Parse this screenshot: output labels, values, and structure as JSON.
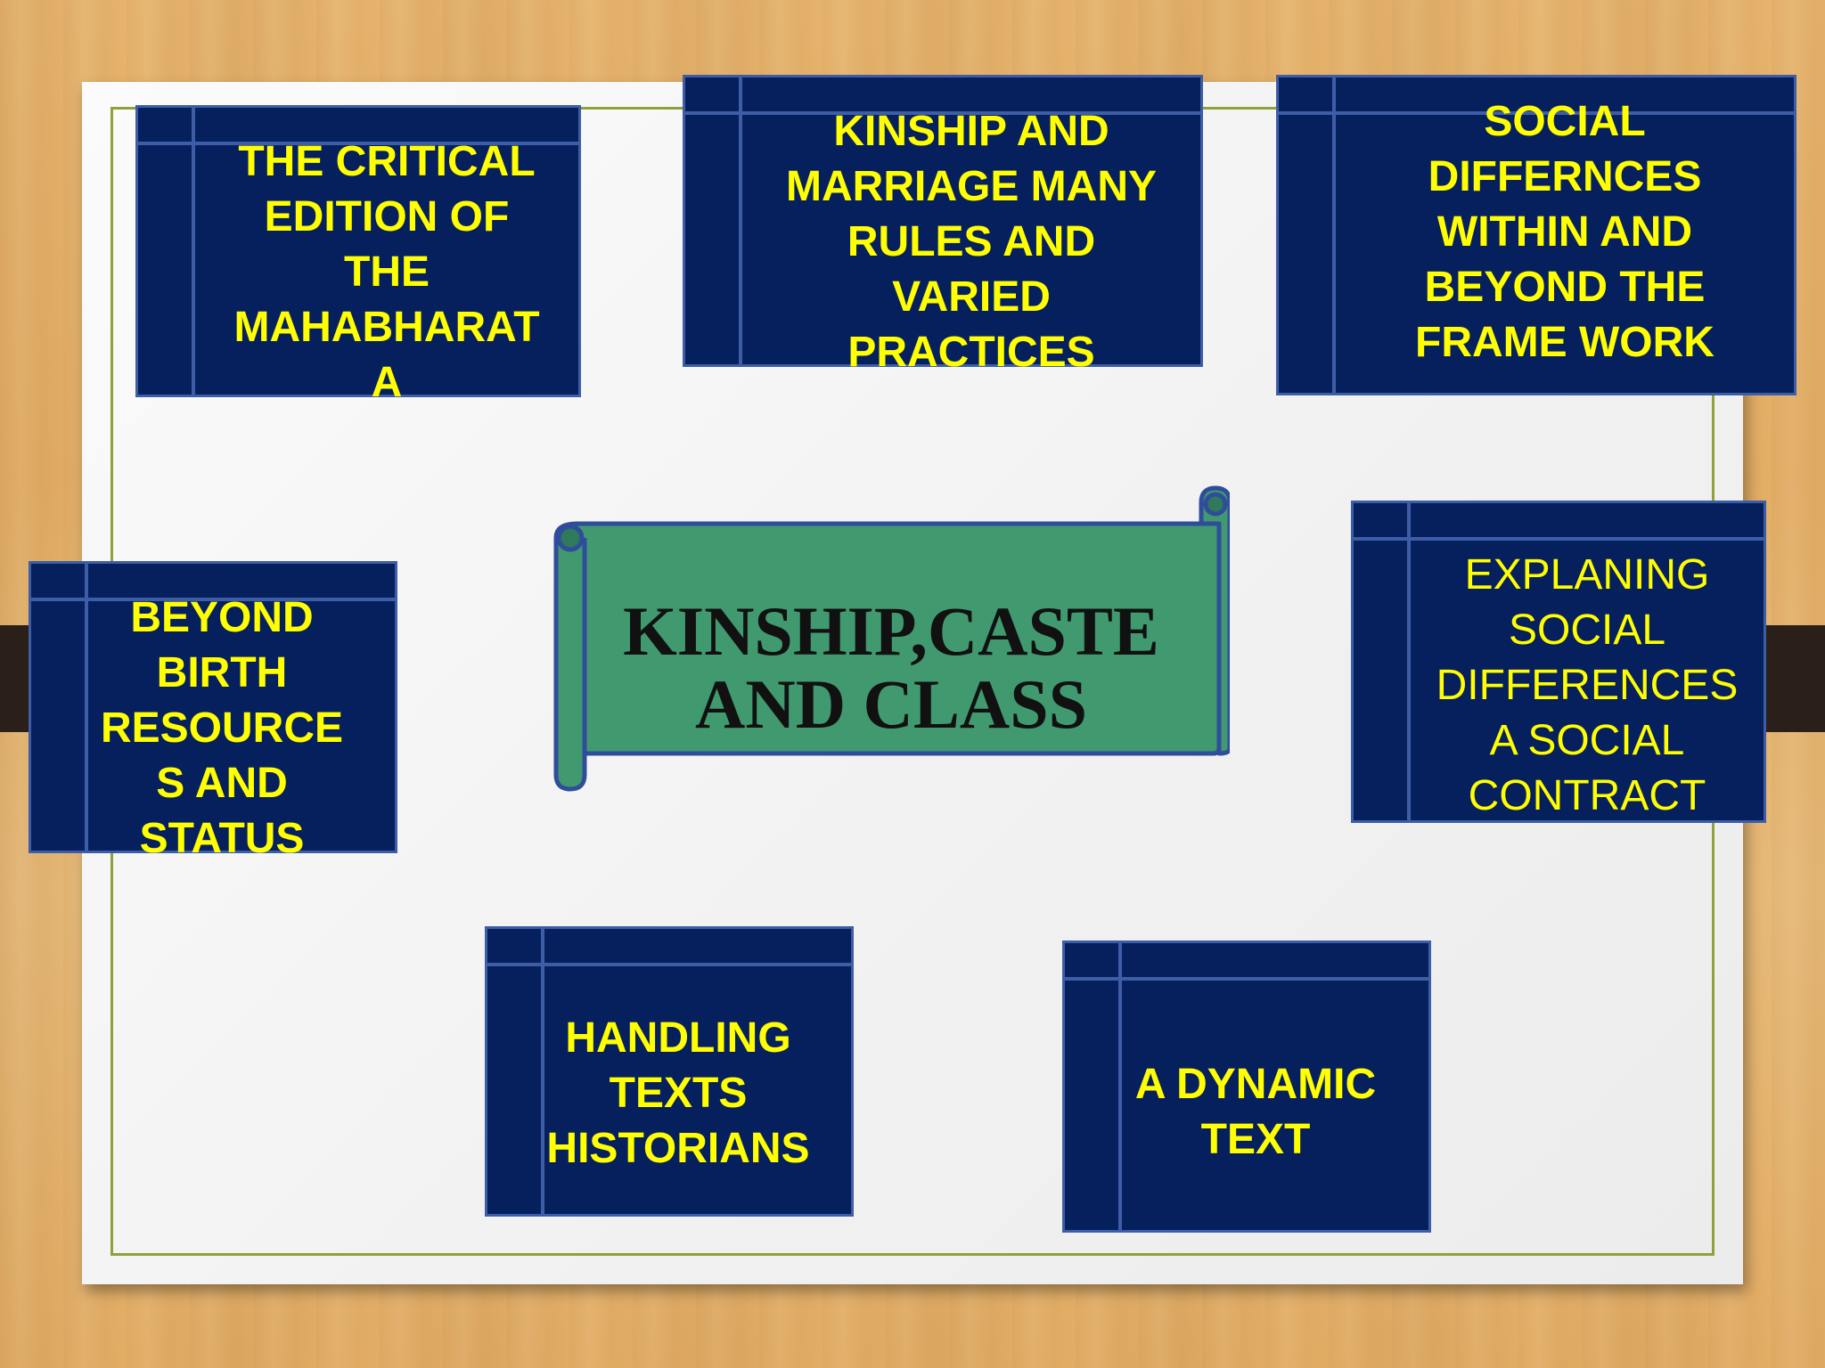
{
  "center": {
    "title": "KINSHIP,CASTE\nAND CLASS",
    "color": "#419970"
  },
  "cards": [
    {
      "id": "critical-edition",
      "text": "THE CRITICAL\nEDITION OF\nTHE\nMAHABHARAT\nA"
    },
    {
      "id": "kinship-marriage",
      "text": "KINSHIP AND\nMARRIAGE  MANY\nRULES AND\nVARIED\nPRACTICES"
    },
    {
      "id": "social-differences",
      "text": "SOCIAL\nDIFFERNCES\nWITHIN AND\nBEYOND THE\nFRAME WORK"
    },
    {
      "id": "beyond-birth",
      "text": "BEYOND\nBIRTH\nRESOURCE\nS AND\nSTATUS"
    },
    {
      "id": "explaining-social",
      "text": "EXPLANING\nSOCIAL\nDIFFERENCES\nA SOCIAL\nCONTRACT"
    },
    {
      "id": "handling-texts",
      "text": "HANDLING\nTEXTS\nHISTORIANS"
    },
    {
      "id": "dynamic-text",
      "text": "A DYNAMIC\nTEXT"
    }
  ],
  "colors": {
    "card_fill": "#06205e",
    "card_border": "#3d5ea6",
    "card_text": "#ffff00",
    "frame": "#8ea23a"
  }
}
